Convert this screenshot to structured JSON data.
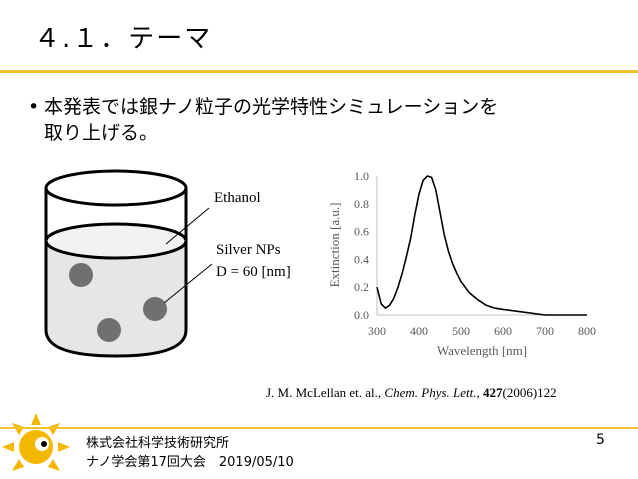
{
  "slide": {
    "title": "４.１．テーマ",
    "bullet_mark": "•",
    "bullet_line1": "本発表では銀ナノ粒子の光学特性シミュレーションを",
    "bullet_line2": "取り上げる。",
    "page_number": "5"
  },
  "diagram": {
    "ethanol_label": "Ethanol",
    "silver_label": "Silver NPs",
    "diameter_label": "D = 60 [nm]"
  },
  "chart_data": {
    "type": "line",
    "xlabel": "Wavelength [nm]",
    "ylabel": "Extinction [a.u.]",
    "xlim": [
      300,
      800
    ],
    "ylim": [
      0,
      1.0
    ],
    "x_ticks": [
      "300",
      "400",
      "500",
      "600",
      "700",
      "800"
    ],
    "y_ticks": [
      "0.0",
      "0.2",
      "0.4",
      "0.6",
      "0.8",
      "1.0"
    ],
    "grid": false,
    "series": [
      {
        "x": [
          300,
          310,
          320,
          330,
          340,
          350,
          360,
          370,
          380,
          390,
          400,
          410,
          420,
          430,
          440,
          450,
          460,
          470,
          480,
          490,
          500,
          520,
          540,
          560,
          580,
          600,
          650,
          700,
          750,
          800
        ],
        "values": [
          0.2,
          0.08,
          0.05,
          0.07,
          0.12,
          0.2,
          0.3,
          0.42,
          0.55,
          0.72,
          0.87,
          0.97,
          1.0,
          0.99,
          0.9,
          0.74,
          0.58,
          0.46,
          0.37,
          0.3,
          0.24,
          0.16,
          0.11,
          0.07,
          0.05,
          0.04,
          0.02,
          0.0,
          0.0,
          0.0
        ]
      }
    ]
  },
  "citation": {
    "authors": "J. M. McLellan et. al., ",
    "journal": "Chem. Phys. Lett.",
    "sep": ", ",
    "volume": "427",
    "rest": "(2006)122"
  },
  "footer": {
    "company": "株式会社科学技術研究所",
    "event": "ナノ学会第17回大会　2019/05/10"
  },
  "colors": {
    "accent_rule": "#f2c230",
    "logo": "#f5b800",
    "particle": "#707070"
  }
}
